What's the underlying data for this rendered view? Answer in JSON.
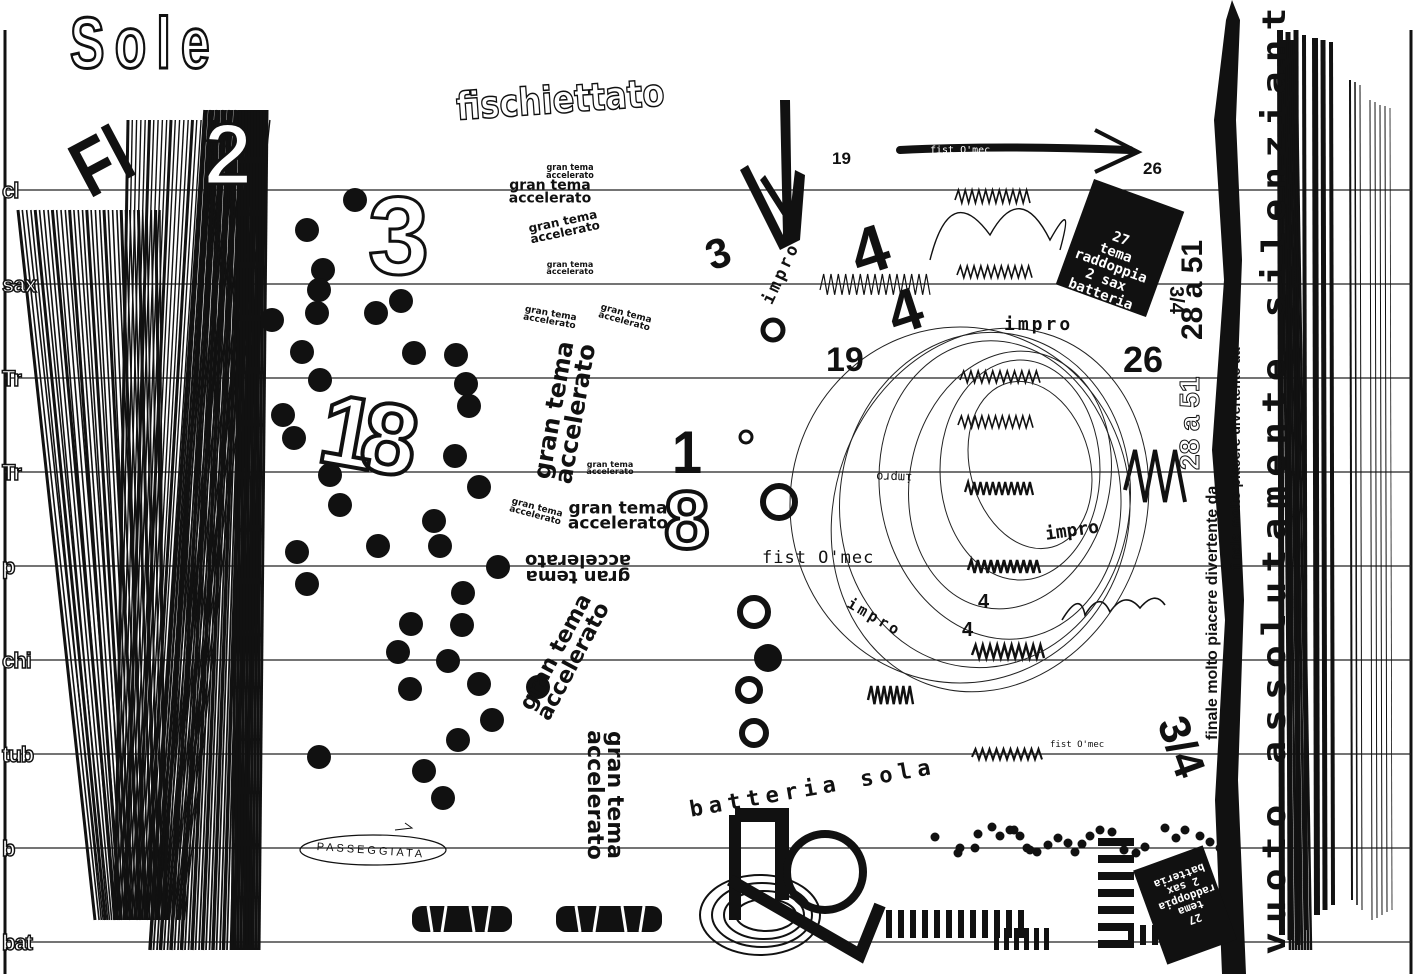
{
  "title": "Sole",
  "instruments": [
    "cl",
    "sax",
    "Tr",
    "Tr",
    "p",
    "chi",
    "tub",
    "b",
    "bat"
  ],
  "section_numbers": {
    "fl": "Fl",
    "two": "2",
    "three": "3",
    "eighteen": "18",
    "one_eight_one": "1",
    "one_eight_eight": "8",
    "three_small": "3",
    "four_a": "4",
    "four_b": "4",
    "four_c": "4",
    "four_d": "4",
    "nineteen_small": "19",
    "nineteen_big": "19",
    "twentysix_small": "26",
    "twentysix_big": "26",
    "three_four": "3/4",
    "three_four_big": "3/4"
  },
  "labels": {
    "fischiettato": "fischiettato",
    "gran_tema": "gran tema",
    "accelerato": "accelerato",
    "fist_omec": "fist O'mec",
    "impro": "impro",
    "passeggiata": "PASSEGGIATA",
    "batteria_sola": "batteria sola",
    "tema_27_line1": "27",
    "tema_27_line2": "tema",
    "tema_27_line3": "raddoppia",
    "tema_27_line4": "2 sax",
    "tema_27_line5": "batteria",
    "range_28_51": "28 a 51",
    "finale": "finale molto piacere divertente da",
    "vuoto": "vuoto assolutamente silenziante"
  }
}
